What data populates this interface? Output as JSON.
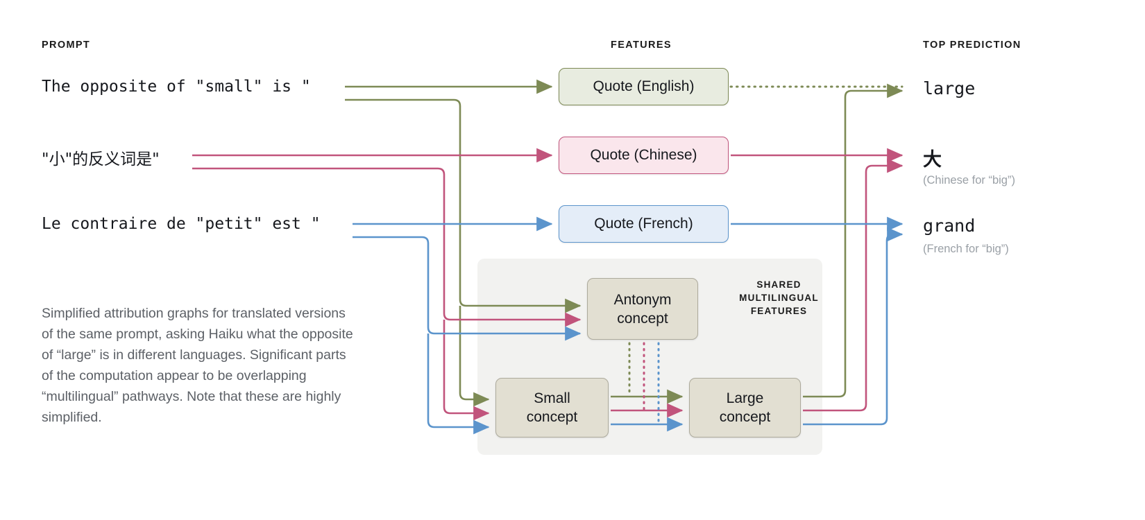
{
  "headers": {
    "prompt": "PROMPT",
    "features": "FEATURES",
    "top_prediction": "TOP PREDICTION"
  },
  "colors": {
    "english": "#7d8a55",
    "chinese": "#c1547c",
    "french": "#5b94cc",
    "panel_bg": "#f2f2f0",
    "concept_bg": "#e2dfd2",
    "concept_border": "#adaa9c",
    "caption_text": "#5c6066",
    "subtext": "#9aa0a6"
  },
  "rows": [
    {
      "language": "English",
      "prompt": "The opposite of \"small\" is \"",
      "feature_label": "Quote (English)",
      "prediction": "large",
      "prediction_note": ""
    },
    {
      "language": "Chinese",
      "prompt": "\"小\"的反义词是\"",
      "feature_label": "Quote (Chinese)",
      "prediction": "大",
      "prediction_note": "(Chinese for “big”)"
    },
    {
      "language": "French",
      "prompt": "Le contraire de \"petit\" est \"",
      "feature_label": "Quote (French)",
      "prediction": "grand",
      "prediction_note": "(French for “big”)"
    }
  ],
  "shared": {
    "label": "SHARED MULTILINGUAL FEATURES",
    "label_line1": "SHARED",
    "label_line2": "MULTILINGUAL",
    "label_line3": "FEATURES",
    "concepts": [
      {
        "id": "antonym",
        "label": "Antonym concept",
        "line1": "Antonym",
        "line2": "concept"
      },
      {
        "id": "small",
        "label": "Small concept",
        "line1": "Small",
        "line2": "concept"
      },
      {
        "id": "large",
        "label": "Large concept",
        "line1": "Large",
        "line2": "concept"
      }
    ]
  },
  "caption": "Simplified attribution graphs for translated versions of the same prompt, asking Haiku what the opposite of “large” is in different languages. Significant parts of the computation appear to be overlapping “multilingual” pathways. Note that these are highly simplified."
}
